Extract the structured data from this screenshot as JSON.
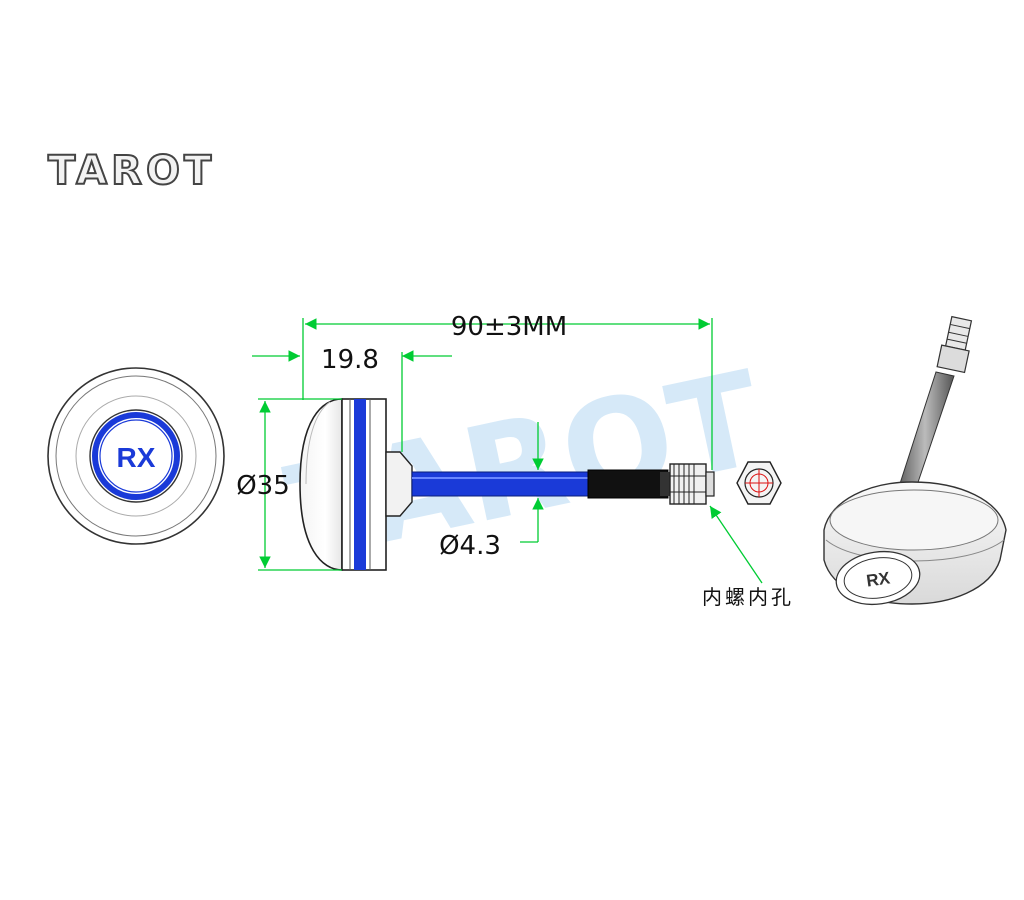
{
  "logo": {
    "text": "TAROT"
  },
  "watermark": {
    "text": "TAROT",
    "color": "#cfe6f7"
  },
  "front_view": {
    "label": "RX",
    "ring_color": "#1a3ad8"
  },
  "perspective_view": {
    "label": "RX"
  },
  "dimensions": {
    "overall_length": "90±3MM",
    "cap_depth": "19.8",
    "cap_diameter": "Ø35",
    "cable_diameter": "Ø4.3"
  },
  "connector_note": "内螺内孔",
  "colors": {
    "dimension_line": "#00cc33",
    "cable": "#1a3ad8",
    "outline": "#222222"
  }
}
